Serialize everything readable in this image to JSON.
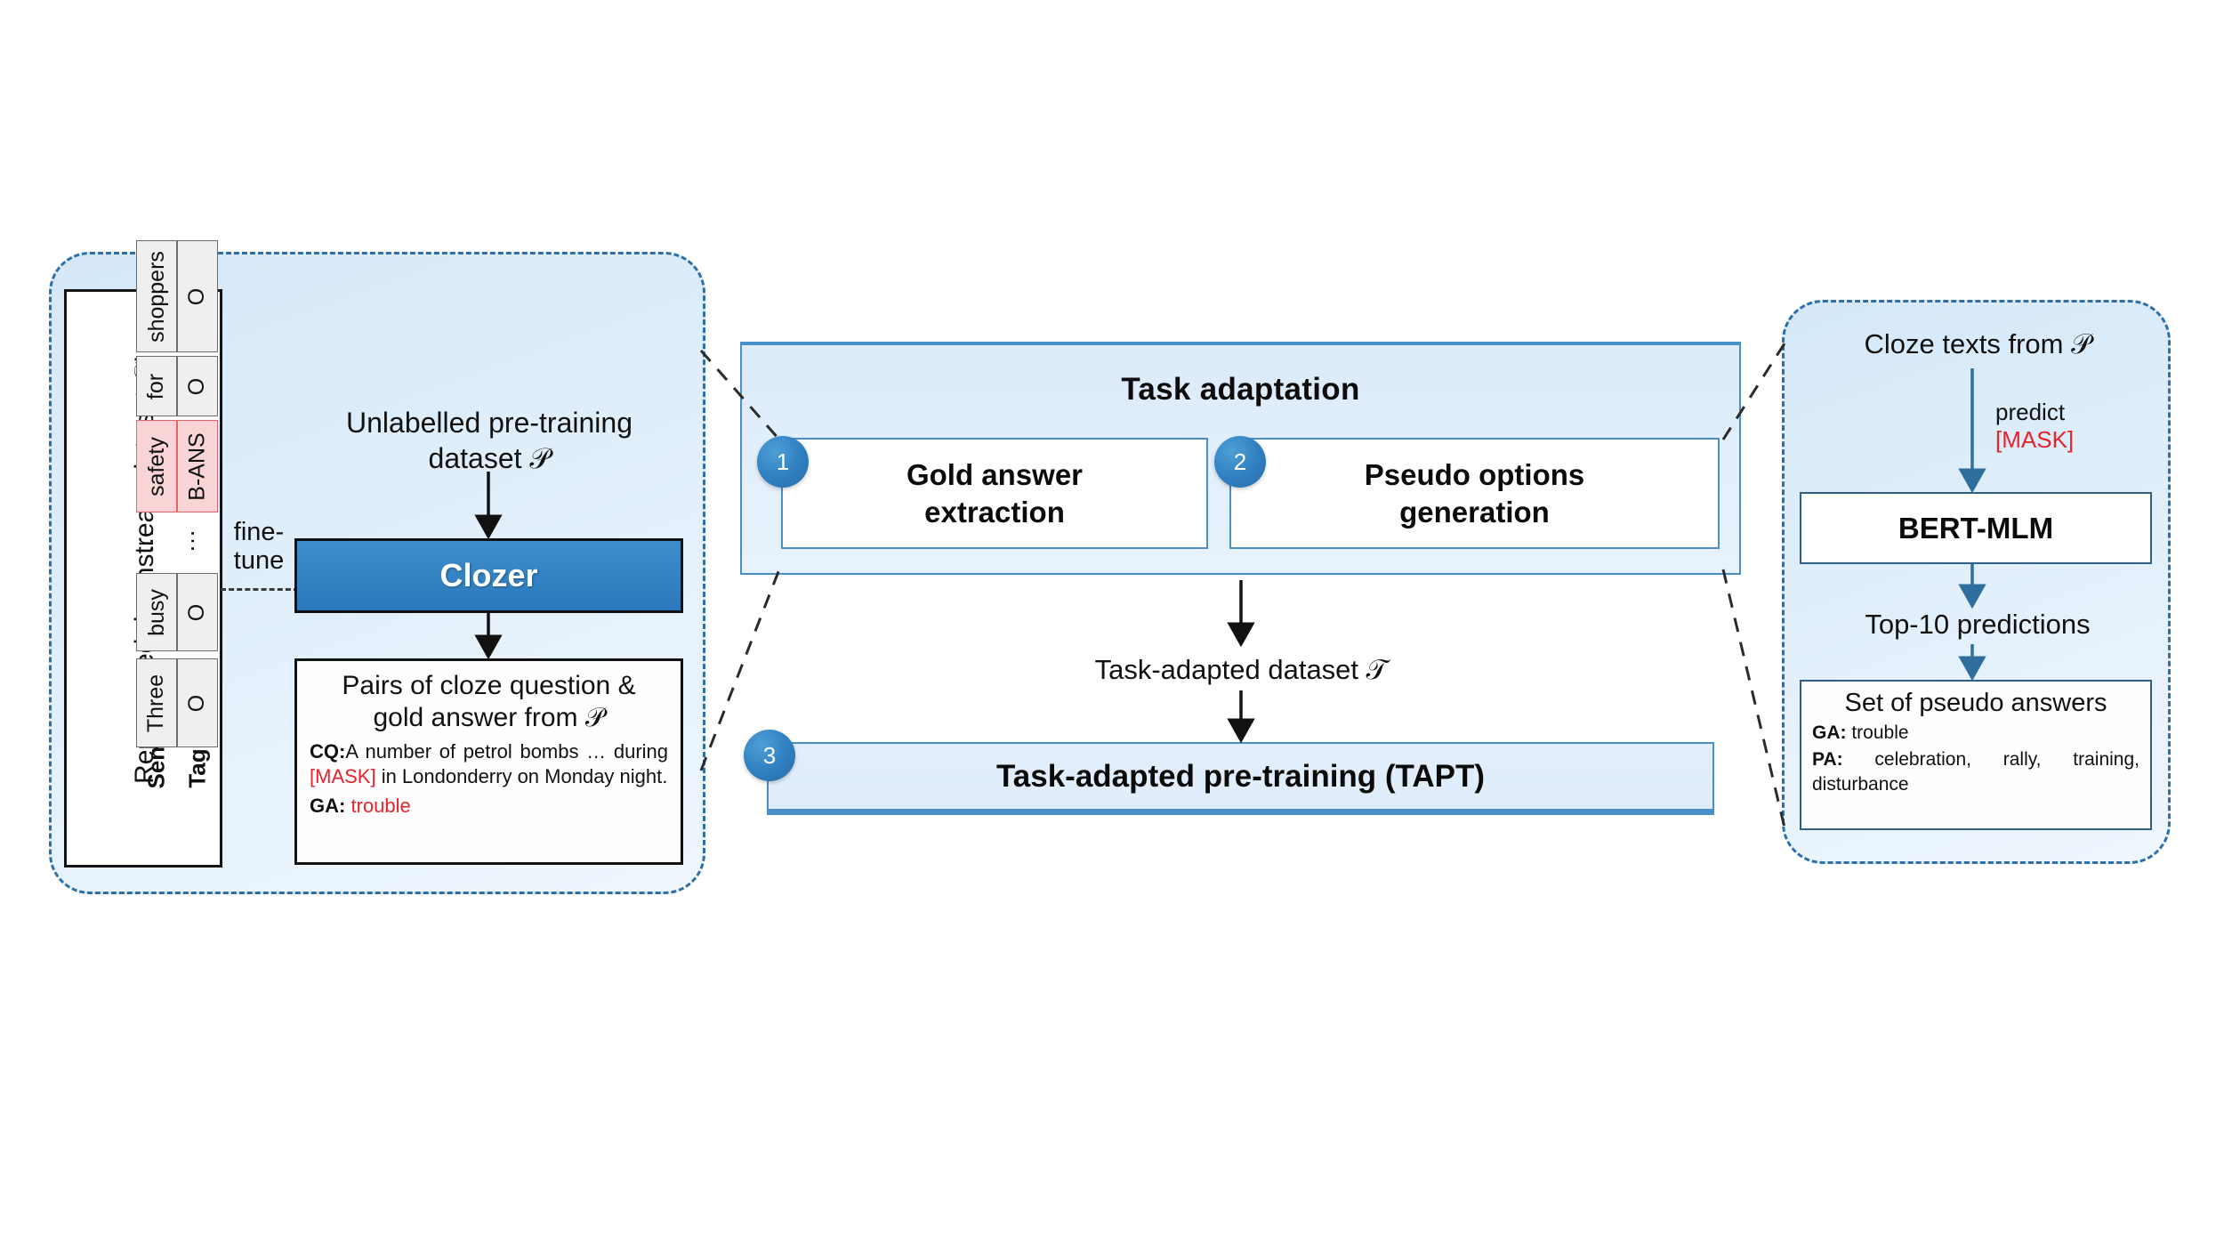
{
  "left_panel": {
    "dataset_caption": "Repurposed downstream dataset 𝒟'",
    "table": {
      "row_labels": [
        "Sentence",
        "Tag"
      ],
      "columns": [
        {
          "token": "Three",
          "tag": "O",
          "highlight": false
        },
        {
          "token": "busy",
          "tag": "O",
          "highlight": false
        },
        {
          "token": "…",
          "tag": "…",
          "highlight": false
        },
        {
          "token": "safety",
          "tag": "B-ANS",
          "highlight": true
        },
        {
          "token": "for",
          "tag": "O",
          "highlight": false
        },
        {
          "token": "shoppers",
          "tag": "O",
          "highlight": false
        }
      ]
    },
    "fine_tune_label_line1": "fine-",
    "fine_tune_label_line2": "tune",
    "unlabelled_line1": "Unlabelled pre-training",
    "unlabelled_line2": "dataset 𝒫",
    "clozer_label": "Clozer",
    "pairs": {
      "title_line1": "Pairs of cloze question &",
      "title_line2": "gold answer from 𝒫",
      "cq_label": "CQ:",
      "cq_text_a": "A number of petrol bombs … during ",
      "cq_mask": "[MASK]",
      "cq_text_b": " in Londonderry on Monday night.",
      "ga_label": "GA:",
      "ga_value": "trouble"
    }
  },
  "middle": {
    "band_title": "Task adaptation",
    "step1_badge": "1",
    "step1_line1": "Gold answer",
    "step1_line2": "extraction",
    "step2_badge": "2",
    "step2_line1": "Pseudo options",
    "step2_line2": "generation",
    "task_adapted_dataset_label": "Task-adapted dataset 𝒯",
    "step3_badge": "3",
    "tapt_label": "Task-adapted pre-training (TAPT)"
  },
  "right_panel": {
    "cloze_texts_label": "Cloze texts from 𝒫",
    "predict_line1": "predict",
    "predict_mask": "[MASK]",
    "bert_label": "BERT-MLM",
    "top10_label": "Top-10 predictions",
    "pseudo_answers": {
      "title": "Set of pseudo answers",
      "ga_label": "GA:",
      "ga_value": "trouble",
      "pa_label": "PA:",
      "pa_value": "celebration, rally, training, disturbance"
    }
  },
  "colors": {
    "panel_fill": "#dcecfa",
    "panel_border": "#2f6fa8",
    "clozer_fill": "#2f7fc0",
    "accent_blue": "#4a90c7",
    "highlight_red": "#e8232b",
    "highlight_cell": "#f8d4d4"
  }
}
